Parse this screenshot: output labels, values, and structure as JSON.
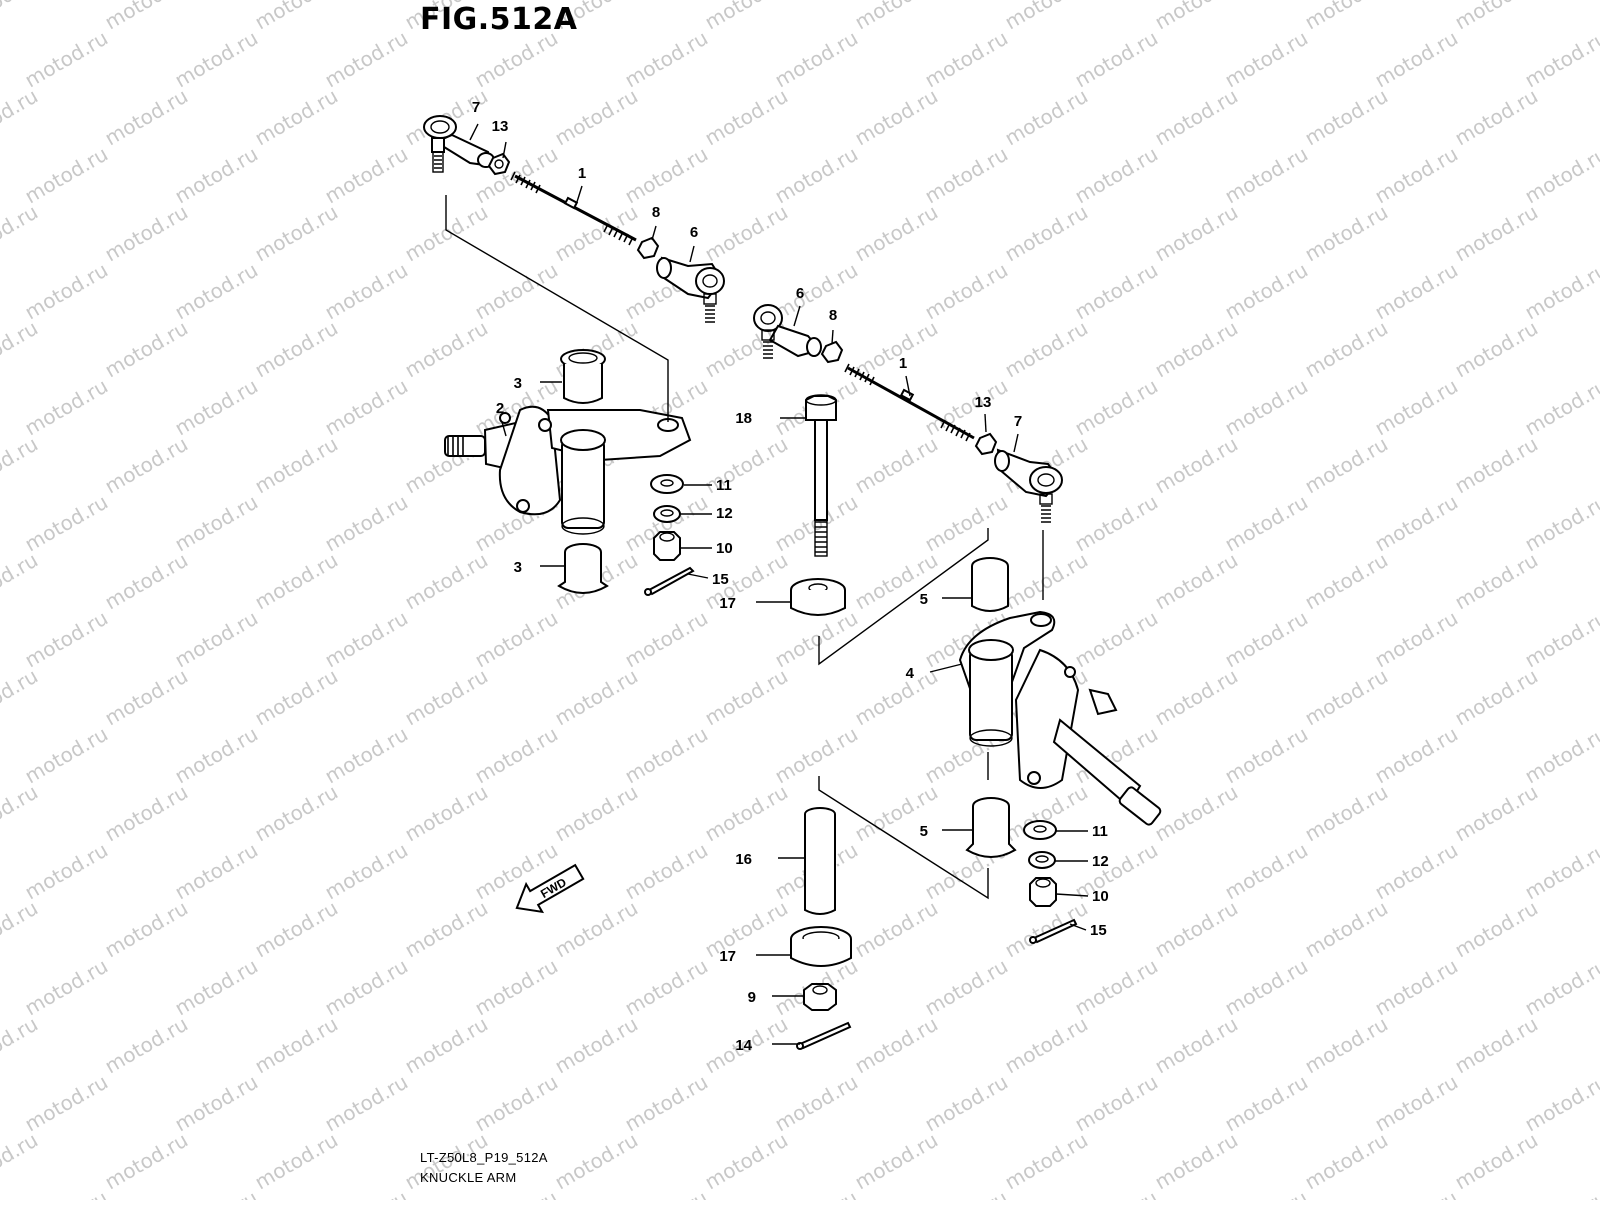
{
  "figure": {
    "title": "FIG.512A",
    "code": "LT-Z50L8_P19_512A",
    "name": "KNUCKLE ARM",
    "watermark": "motod.ru",
    "fwd_label": "FWD"
  },
  "callouts": [
    {
      "id": "c7a",
      "label": "7"
    },
    {
      "id": "c13a",
      "label": "13"
    },
    {
      "id": "c1a",
      "label": "1"
    },
    {
      "id": "c8a",
      "label": "8"
    },
    {
      "id": "c6a",
      "label": "6"
    },
    {
      "id": "c6b",
      "label": "6"
    },
    {
      "id": "c8b",
      "label": "8"
    },
    {
      "id": "c1b",
      "label": "1"
    },
    {
      "id": "c13b",
      "label": "13"
    },
    {
      "id": "c7b",
      "label": "7"
    },
    {
      "id": "c3a",
      "label": "3"
    },
    {
      "id": "c2",
      "label": "2"
    },
    {
      "id": "c11a",
      "label": "11"
    },
    {
      "id": "c12a",
      "label": "12"
    },
    {
      "id": "c10a",
      "label": "10"
    },
    {
      "id": "c3b",
      "label": "3"
    },
    {
      "id": "c15a",
      "label": "15"
    },
    {
      "id": "c18",
      "label": "18"
    },
    {
      "id": "c17a",
      "label": "17"
    },
    {
      "id": "c5a",
      "label": "5"
    },
    {
      "id": "c4",
      "label": "4"
    },
    {
      "id": "c5b",
      "label": "5"
    },
    {
      "id": "c11b",
      "label": "11"
    },
    {
      "id": "c12b",
      "label": "12"
    },
    {
      "id": "c10b",
      "label": "10"
    },
    {
      "id": "c15b",
      "label": "15"
    },
    {
      "id": "c16",
      "label": "16"
    },
    {
      "id": "c17b",
      "label": "17"
    },
    {
      "id": "c9",
      "label": "9"
    },
    {
      "id": "c14",
      "label": "14"
    }
  ]
}
